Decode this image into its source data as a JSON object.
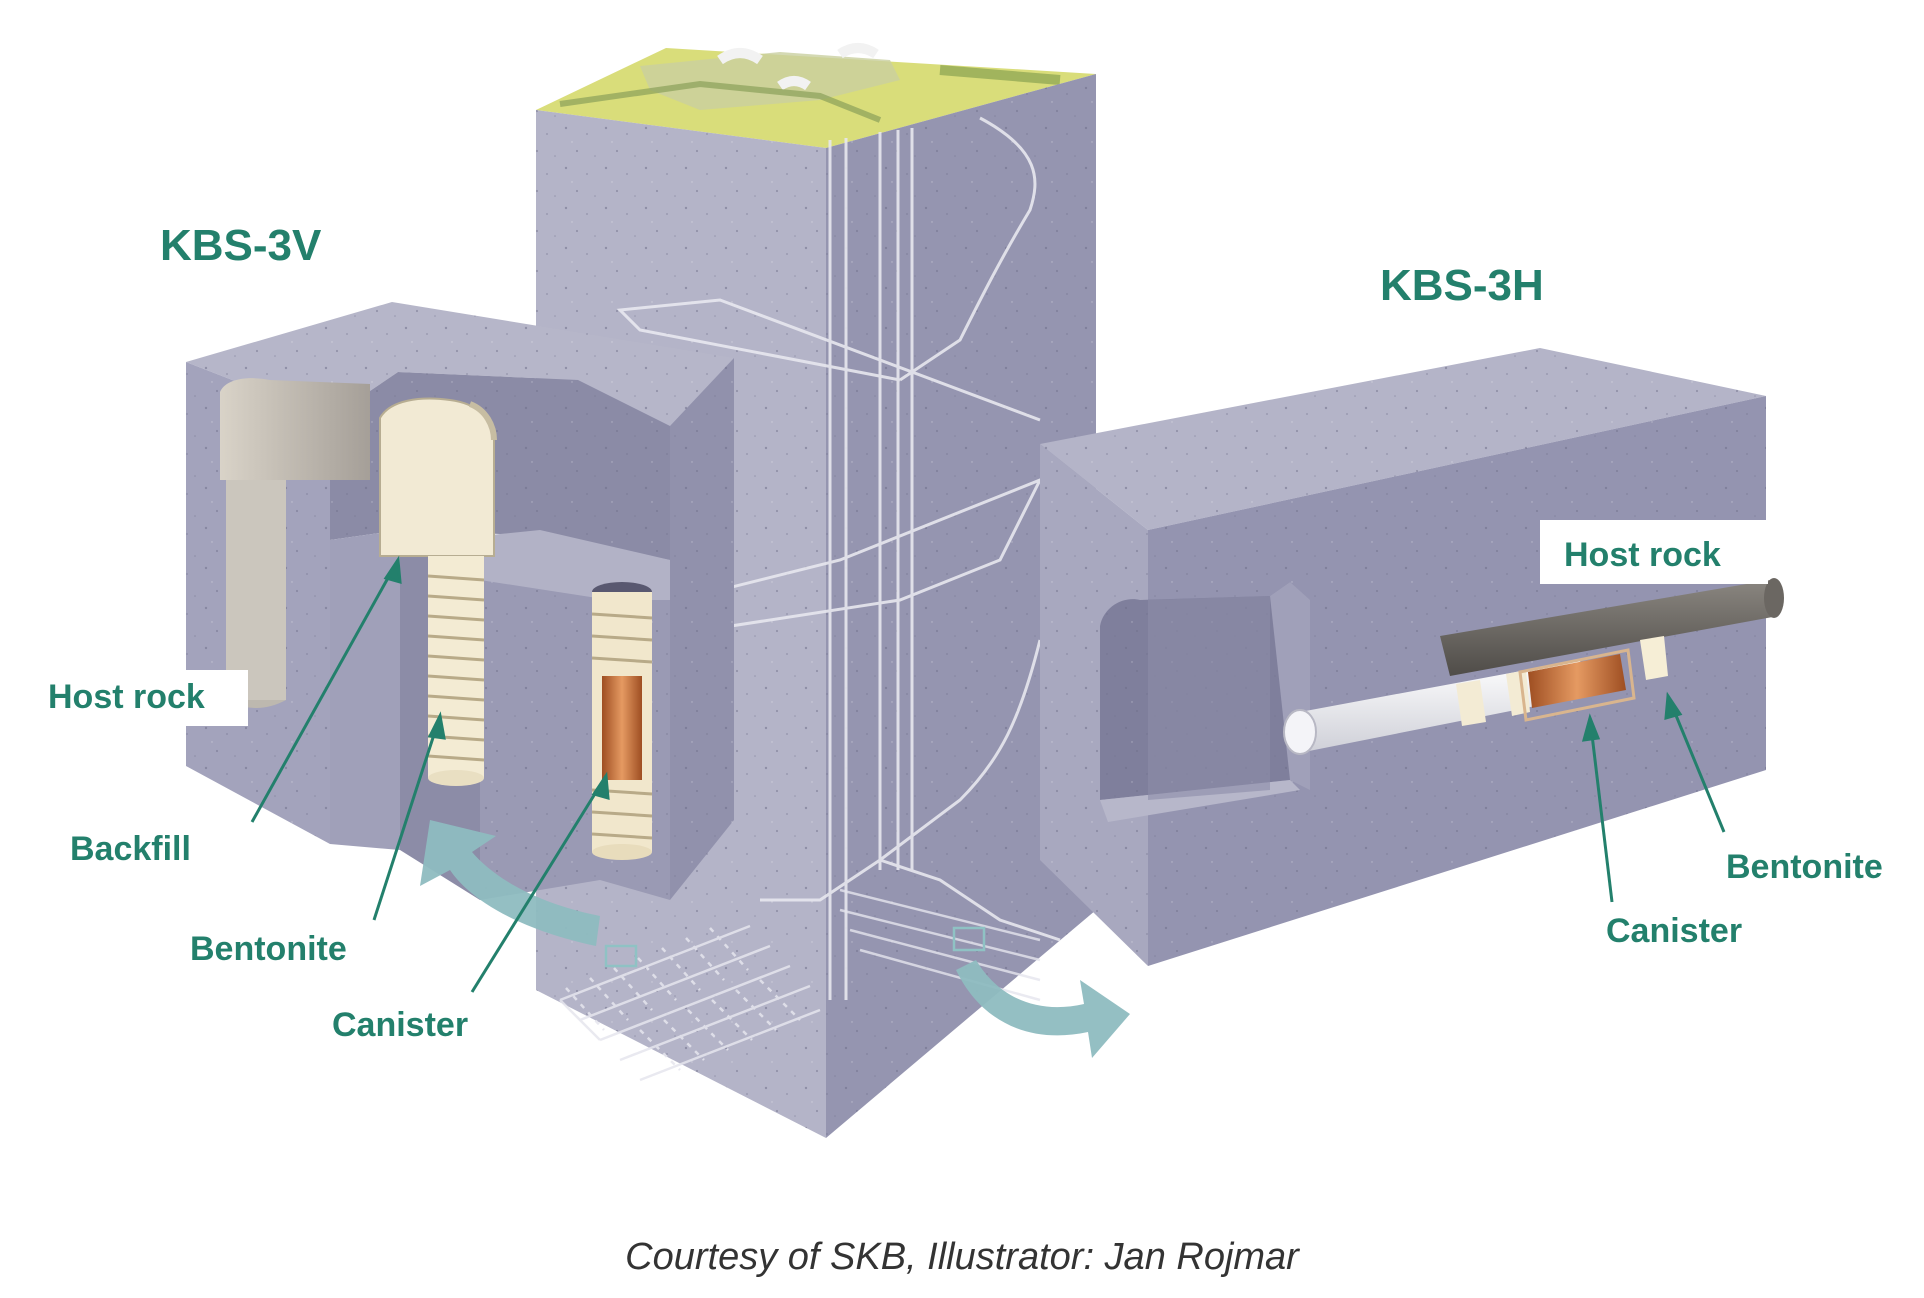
{
  "colors": {
    "rock_top": "#b9b9cc",
    "rock_side": "#9999b2",
    "rock_front": "#a4a4bc",
    "rock_dark": "#8585a0",
    "label_text": "#23806c",
    "arrow": "#89b9bd",
    "surface": "#d9dd7a",
    "bentonite": "#ece4cc",
    "copper": "#c8703a",
    "credit_text": "#333333"
  },
  "left_section": {
    "title": "KBS-3V",
    "labels": {
      "host_rock": "Host rock",
      "backfill": "Backfill",
      "bentonite": "Bentonite",
      "canister": "Canister"
    }
  },
  "right_section": {
    "title": "KBS-3H",
    "labels": {
      "host_rock": "Host rock",
      "bentonite": "Bentonite",
      "canister": "Canister"
    }
  },
  "credit": "Courtesy of SKB, Illustrator: Jan Rojmar"
}
